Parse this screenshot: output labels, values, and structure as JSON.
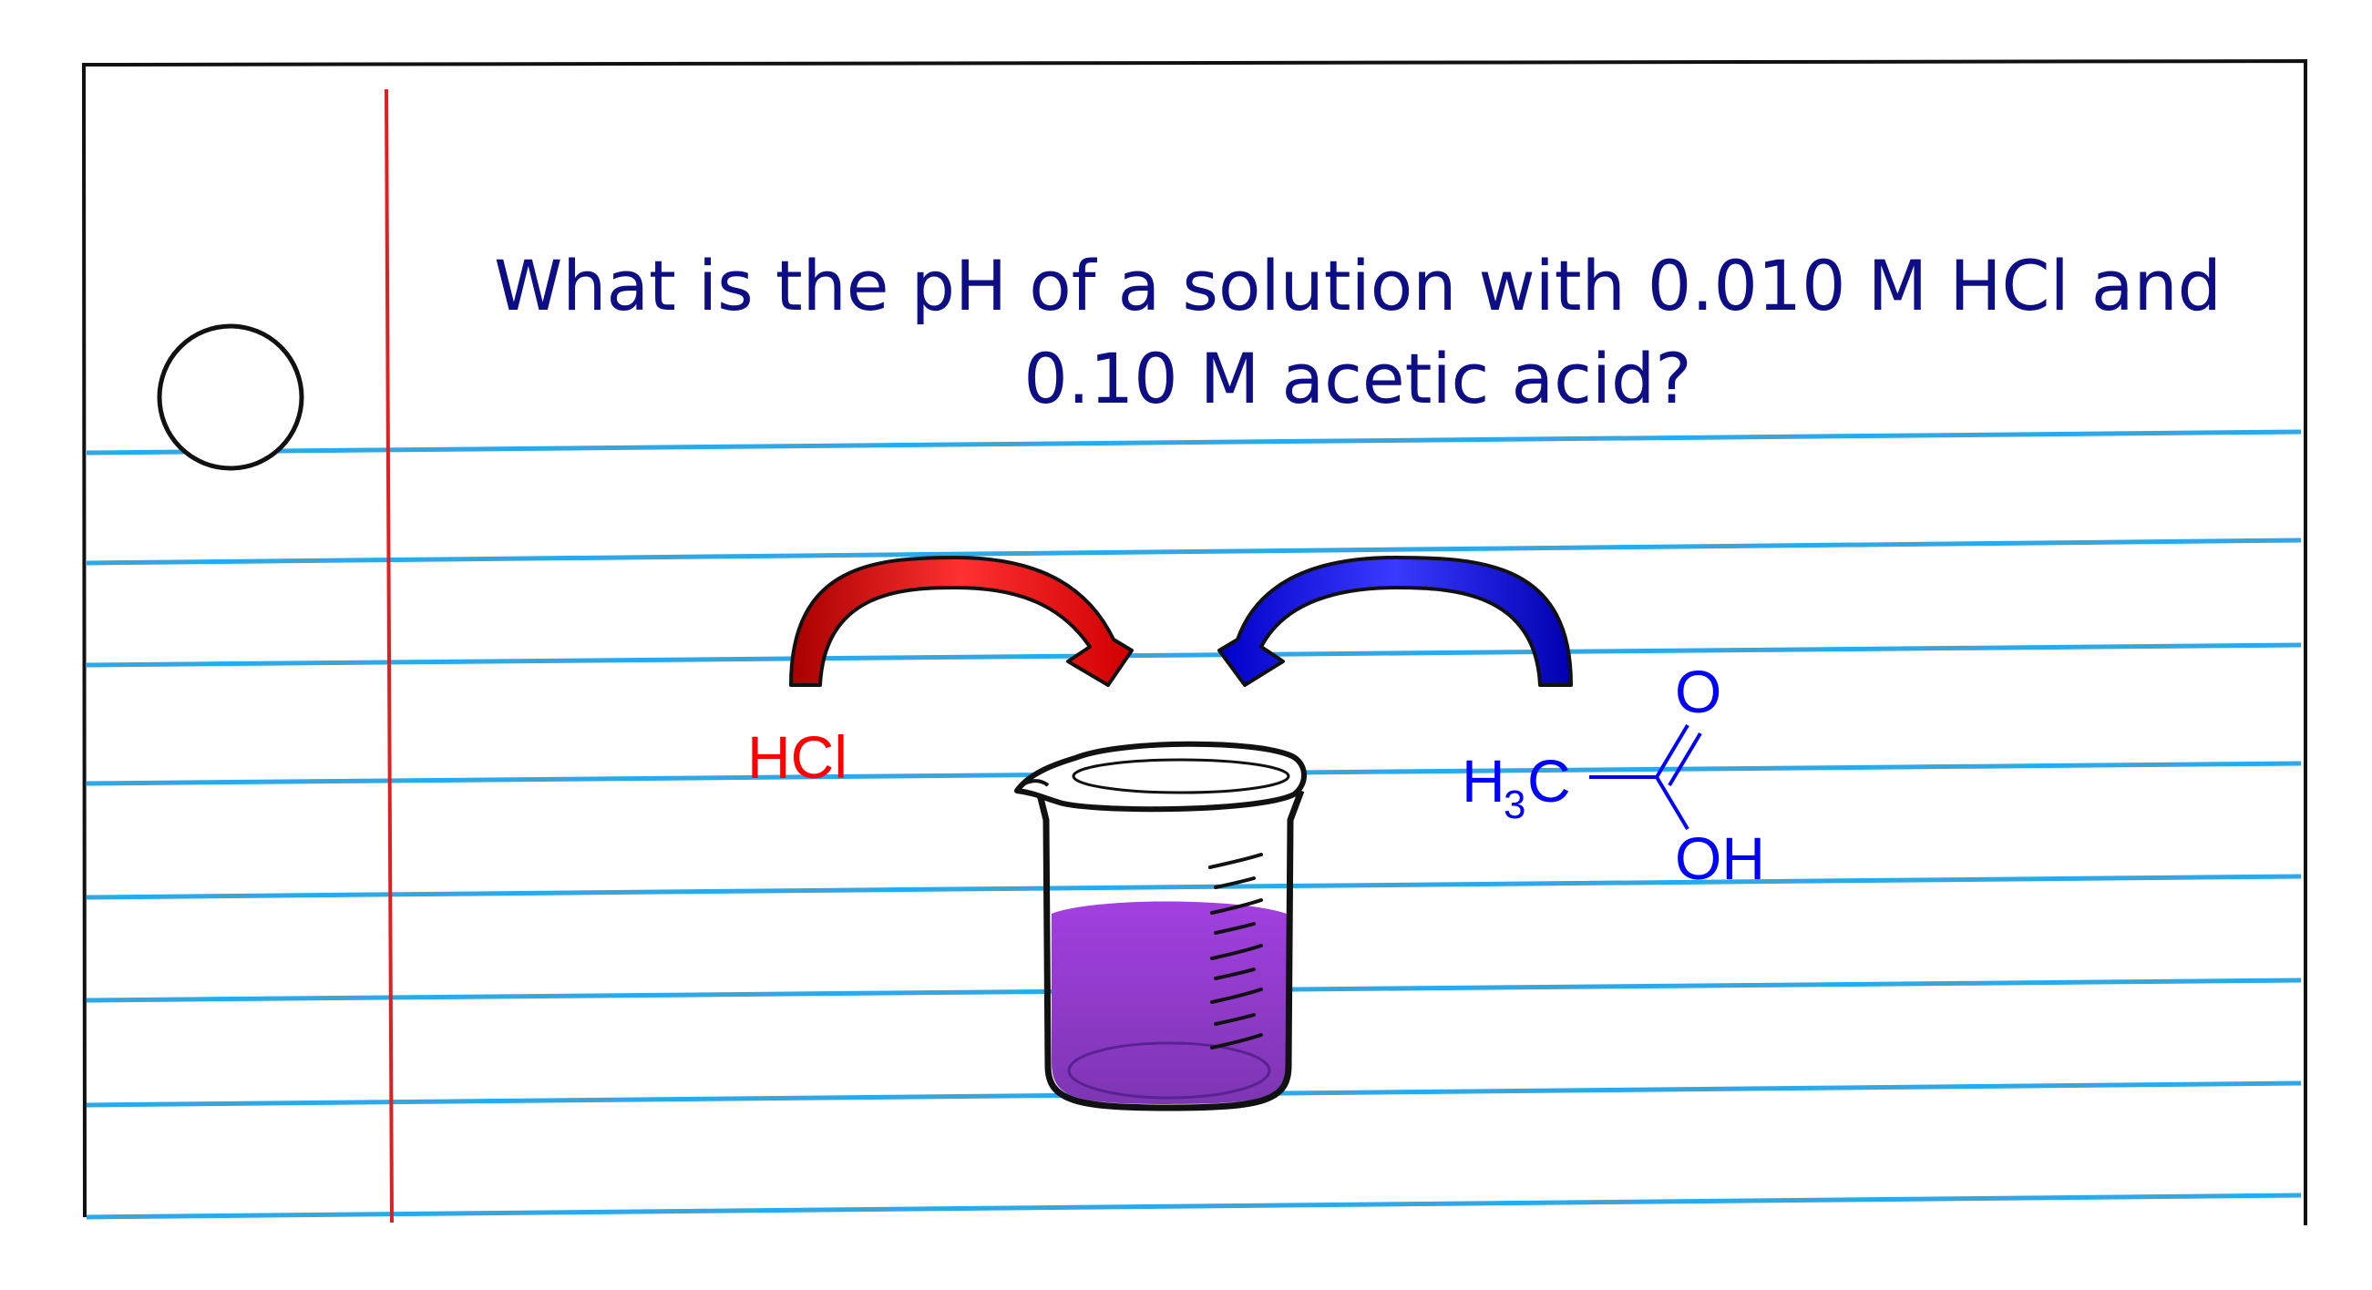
{
  "question": {
    "line1": "What is the pH of a solution with 0.010 M HCl and",
    "line2": "0.10 M acetic acid?"
  },
  "reagents": {
    "left_label": "HCl",
    "right_molecule": {
      "h": "H",
      "subscript": "3",
      "c": "C",
      "oxygen_top": "O",
      "hydroxyl": "OH"
    }
  },
  "colors": {
    "question_text": "#0d0d85",
    "notebook_rule": "#2ea8e6",
    "margin_line": "#e02020",
    "hcl": "#ff0000",
    "acetic_acid": "#0000ff",
    "red_arrow": "#d40000",
    "blue_arrow": "#0000e0",
    "solution": "#8a3cc4"
  }
}
